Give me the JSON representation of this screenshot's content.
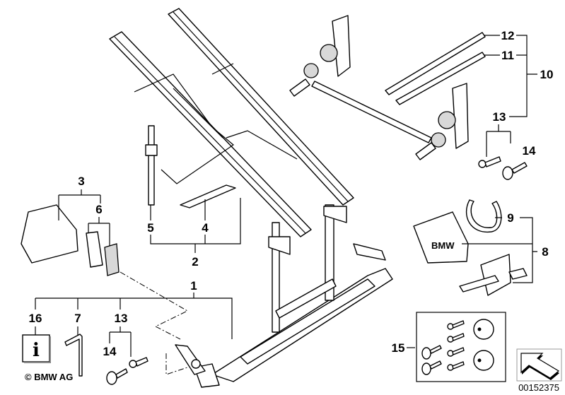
{
  "callouts": {
    "c1": "1",
    "c2": "2",
    "c3": "3",
    "c4": "4",
    "c5": "5",
    "c6": "6",
    "c7": "7",
    "c8": "8",
    "c9": "9",
    "c10": "10",
    "c11": "11",
    "c12": "12",
    "c13_top": "13",
    "c14_top": "14",
    "c13_bottom": "13",
    "c14_bottom": "14",
    "c15": "15",
    "c16": "16"
  },
  "bag_brand": "BMW",
  "info_icon_glyph": "i",
  "copyright": "© BMW AG",
  "diagram_number": "00152375"
}
